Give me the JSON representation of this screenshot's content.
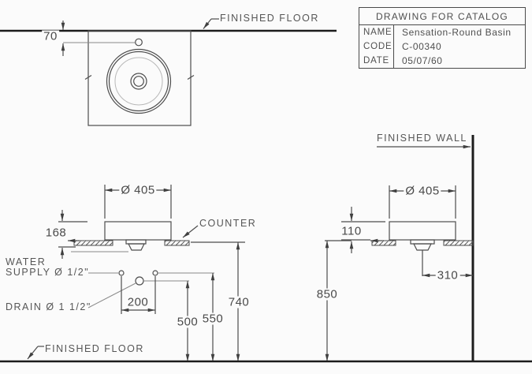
{
  "title_block": {
    "title": "DRAWING FOR CATALOG",
    "rows": [
      {
        "label": "NAME",
        "value": "Sensation-Round Basin"
      },
      {
        "label": "CODE",
        "value": "C-00340"
      },
      {
        "label": "DATE",
        "value": "05/07/60"
      }
    ]
  },
  "labels": {
    "finished_floor_top": "FINISHED FLOOR",
    "finished_wall": "FINISHED WALL",
    "counter": "COUNTER",
    "water_supply_line1": "WATER",
    "water_supply_line2": "SUPPLY Ø 1/2\"",
    "drain": "DRAIN Ø 1 1/2\"",
    "finished_floor_bottom": "FINISHED FLOOR"
  },
  "dimensions": {
    "faucet_offset_from_wall": "70",
    "basin_diameter_left_view": "Ø 405",
    "basin_diameter_right_view": "Ø 405",
    "basin_height_over_counter_left": "168",
    "basin_height_over_counter_right": "110",
    "supply_hole_spacing": "200",
    "drain_height": "500",
    "supply_height": "550",
    "counter_underside_height": "740",
    "counter_top_height": "850",
    "drain_to_wall": "310"
  },
  "colors": {
    "line": "#4d4d4d",
    "heavy_line": "#1c1c1c",
    "text": "#565656",
    "background": "#fbfbfb"
  }
}
